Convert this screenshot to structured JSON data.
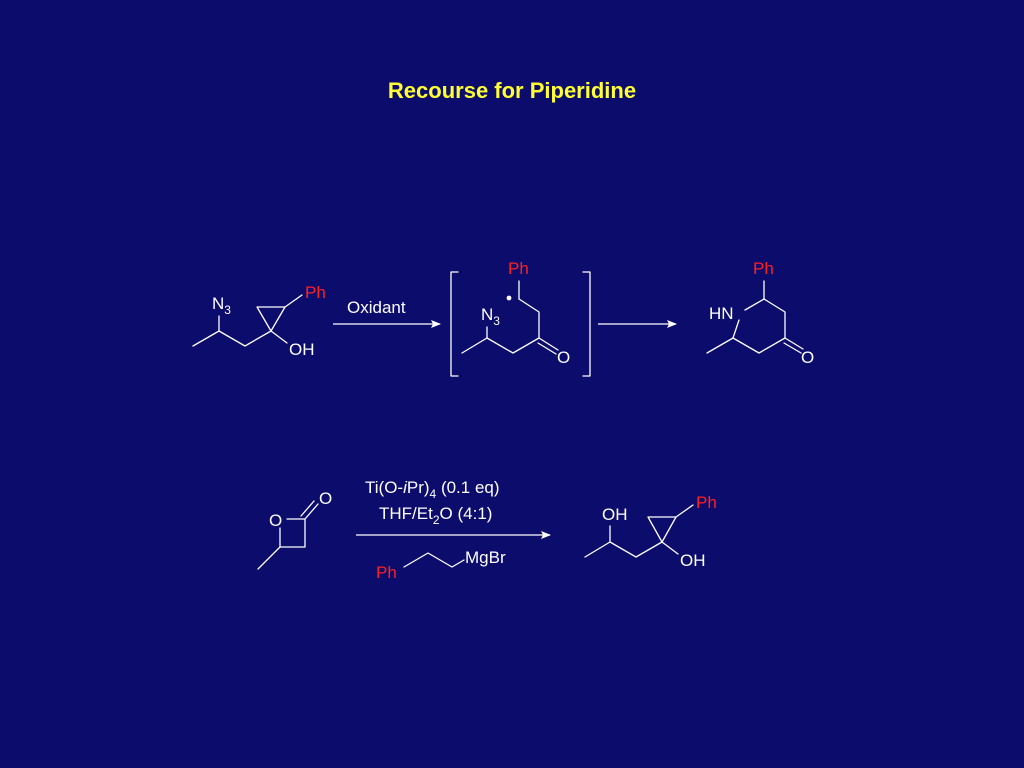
{
  "slide": {
    "title": "Recourse for Piperidine",
    "background_color": "#0b0c6b",
    "title_color": "#ffff33",
    "phenyl_color": "#ff2020"
  },
  "reaction1": {
    "reagent": "Oxidant",
    "start": {
      "n": "N",
      "sub": "3",
      "ph": "Ph",
      "oh": "OH"
    },
    "intermediate": {
      "ph": "Ph",
      "n": "N",
      "sub": "3",
      "o": "O"
    },
    "product": {
      "ph": "Ph",
      "hn": "HN",
      "o": "O"
    }
  },
  "reaction2": {
    "conditions_line1": {
      "a": "Ti(O-",
      "b": "i",
      "c": "Pr)",
      "sub": "4",
      "d": " (0.1 eq)"
    },
    "conditions_line2": {
      "a": "THF/Et",
      "sub": "2",
      "b": "O (4:1)"
    },
    "start": {
      "o_ring": "O",
      "o_carbonyl": "O"
    },
    "grignard": {
      "ph": "Ph",
      "mgbr": "MgBr"
    },
    "product": {
      "oh1": "OH",
      "ph": "Ph",
      "oh2": "OH"
    }
  }
}
